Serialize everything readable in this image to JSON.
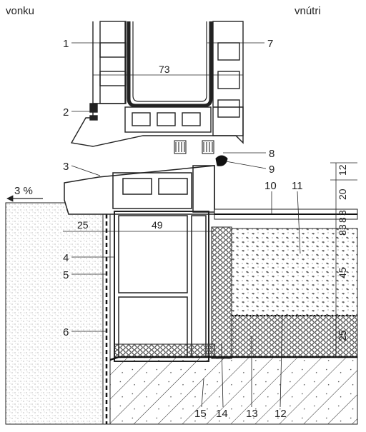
{
  "header": {
    "outside": "vonku",
    "inside": "vnútri"
  },
  "slope": "3 %",
  "callouts": [
    "1",
    "2",
    "3",
    "4",
    "5",
    "6",
    "7",
    "8",
    "9",
    "10",
    "11",
    "12",
    "13",
    "14",
    "15"
  ],
  "horizontal_dims": {
    "frame_width": "73",
    "overlap": "49",
    "offset": "25"
  },
  "vertical_dims": [
    "12",
    "20",
    "3",
    "8",
    "3",
    "8",
    "45",
    "25"
  ],
  "colors": {
    "line": "#1a1a1a",
    "hatch": "#333333",
    "fill_light": "#f2f2f2"
  }
}
